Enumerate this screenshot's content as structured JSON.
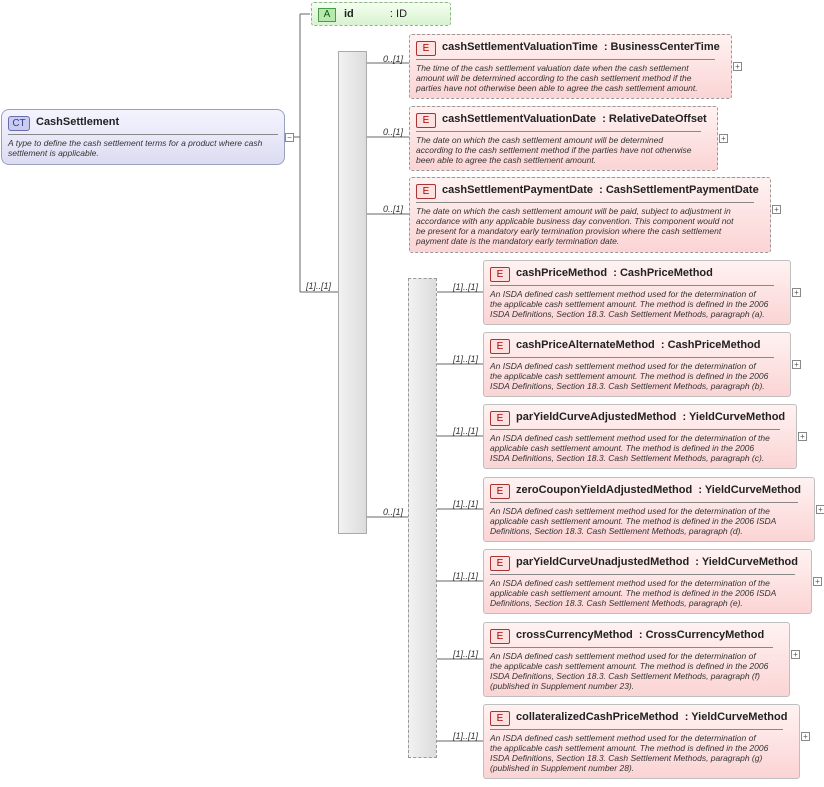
{
  "complex_type": {
    "badge": "CT",
    "name": "CashSettlement",
    "description": "A type to define the cash settlement terms for a product where cash settlement is applicable."
  },
  "attribute": {
    "badge": "A",
    "name": "id",
    "type": ": ID"
  },
  "element_badge": "E",
  "plus": "+",
  "sequence_cardinality": "[1]..[1]",
  "choice_cardinality": "0..[1]",
  "sequence_elements": [
    {
      "cardinality": "0..[1]",
      "name": "cashSettlementValuationTime",
      "type": ": BusinessCenterTime",
      "description": [
        "The time of the cash settlement valuation date when the cash settlement",
        "amount will be determined according to the cash settlement method if the",
        "parties have not otherwise been able to agree the cash settlement amount."
      ]
    },
    {
      "cardinality": "0..[1]",
      "name": "cashSettlementValuationDate",
      "type": ": RelativeDateOffset",
      "description": [
        "The date on which the cash settlement amount will be determined",
        "according to the cash settlement method if the parties have not otherwise",
        "been able to agree the cash settlement amount."
      ]
    },
    {
      "cardinality": "0..[1]",
      "name": "cashSettlementPaymentDate",
      "type": ": CashSettlementPaymentDate",
      "description": [
        "The date on which the cash settlement amount will be paid, subject to adjustment in",
        "accordance with any applicable business day convention. This component would not",
        "be present for a mandatory early termination provision where the cash settlement",
        "payment date is the mandatory early termination date."
      ]
    }
  ],
  "choice_elements": [
    {
      "cardinality": "[1]..[1]",
      "name": "cashPriceMethod",
      "type": ": CashPriceMethod",
      "description": [
        "An ISDA defined cash settlement method used for the determination of",
        "the applicable cash settlement amount. The method is defined in the 2006",
        "ISDA Definitions, Section 18.3. Cash Settlement Methods, paragraph (a)."
      ]
    },
    {
      "cardinality": "[1]..[1]",
      "name": "cashPriceAlternateMethod",
      "type": ": CashPriceMethod",
      "description": [
        "An ISDA defined cash settlement method used for the determination of",
        "the applicable cash settlement amount. The method is defined in the 2006",
        "ISDA Definitions, Section 18.3. Cash Settlement Methods, paragraph (b)."
      ]
    },
    {
      "cardinality": "[1]..[1]",
      "name": "parYieldCurveAdjustedMethod",
      "type": ": YieldCurveMethod",
      "description": [
        "An ISDA defined cash settlement method used for the determination of the",
        "applicable cash settlement amount. The method is defined in the 2006",
        "ISDA Definitions, Section 18.3. Cash Settlement Methods, paragraph (c)."
      ]
    },
    {
      "cardinality": "[1]..[1]",
      "name": "zeroCouponYieldAdjustedMethod",
      "type": ": YieldCurveMethod",
      "description": [
        "An ISDA defined cash settlement method used for the determination of the",
        "applicable cash settlement amount. The method is defined in the 2006 ISDA",
        "Definitions, Section 18.3. Cash Settlement Methods, paragraph (d)."
      ]
    },
    {
      "cardinality": "[1]..[1]",
      "name": "parYieldCurveUnadjustedMethod",
      "type": ": YieldCurveMethod",
      "description": [
        "An ISDA defined cash settlement method used for the determination of the",
        "applicable cash settlement amount. The method is defined in the 2006 ISDA",
        "Definitions, Section 18.3. Cash Settlement Methods, paragraph (e)."
      ]
    },
    {
      "cardinality": "[1]..[1]",
      "name": "crossCurrencyMethod",
      "type": ": CrossCurrencyMethod",
      "description": [
        "An ISDA defined cash settlement method used for the determination of",
        "the applicable cash settlement amount. The method is defined in the 2006",
        "ISDA Definitions, Section 18.3. Cash Settlement Methods, paragraph (f)",
        "(published in Supplement number 23)."
      ]
    },
    {
      "cardinality": "[1]..[1]",
      "name": "collateralizedCashPriceMethod",
      "type": ": YieldCurveMethod",
      "description": [
        "An ISDA defined cash settlement method used for the determination of",
        "the applicable cash settlement amount. The method is defined in the 2006",
        "ISDA Definitions, Section 18.3. Cash Settlement Methods, paragraph (g)",
        "(published in Supplement number 28)."
      ]
    }
  ]
}
